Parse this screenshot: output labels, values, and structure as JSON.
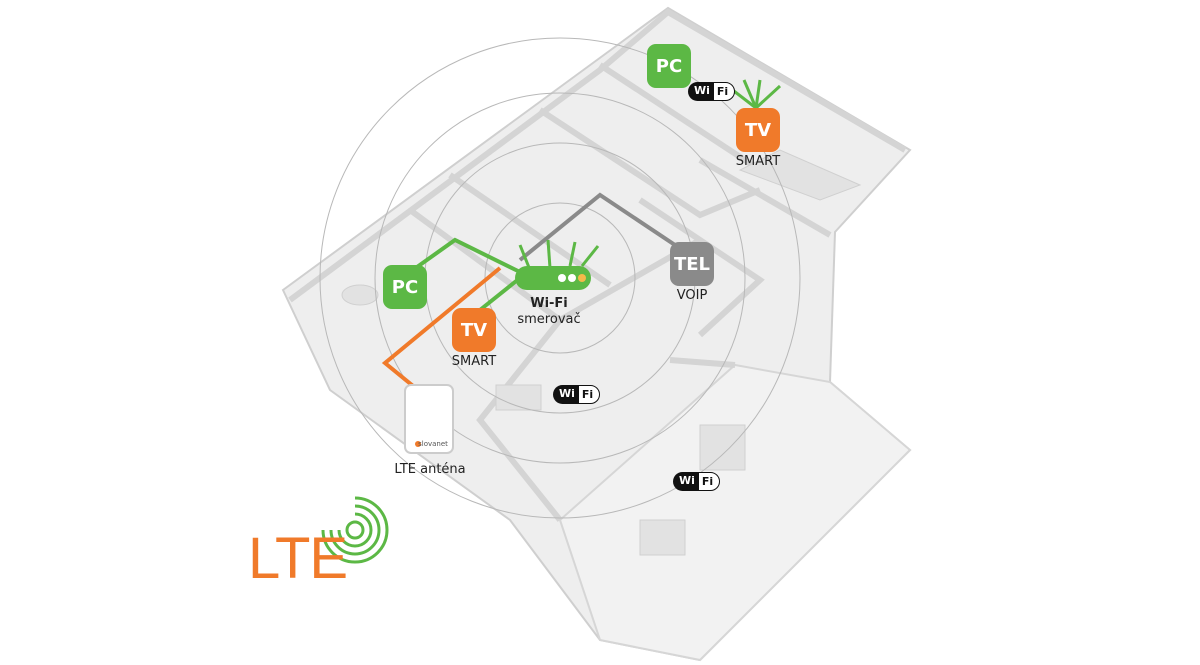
{
  "colors": {
    "green": "#5cb845",
    "orange": "#f07a2a",
    "gray": "#8a8a8a",
    "floor": "#e9e9e9"
  },
  "devices": {
    "pc_top": "PC",
    "tv_top": "TV",
    "tv_top_caption": "SMART",
    "pc_left": "PC",
    "tv_left": "TV",
    "tv_left_caption": "SMART",
    "tel": "TEL",
    "tel_caption": "VOIP"
  },
  "router": {
    "title": "Wi-Fi",
    "subtitle": "smerovač"
  },
  "antenna": {
    "label": "LTE anténa",
    "brand": "slovanet"
  },
  "wifi_badge": {
    "left": "Wi",
    "right": "Fi"
  },
  "logo": {
    "text": "LTE"
  }
}
